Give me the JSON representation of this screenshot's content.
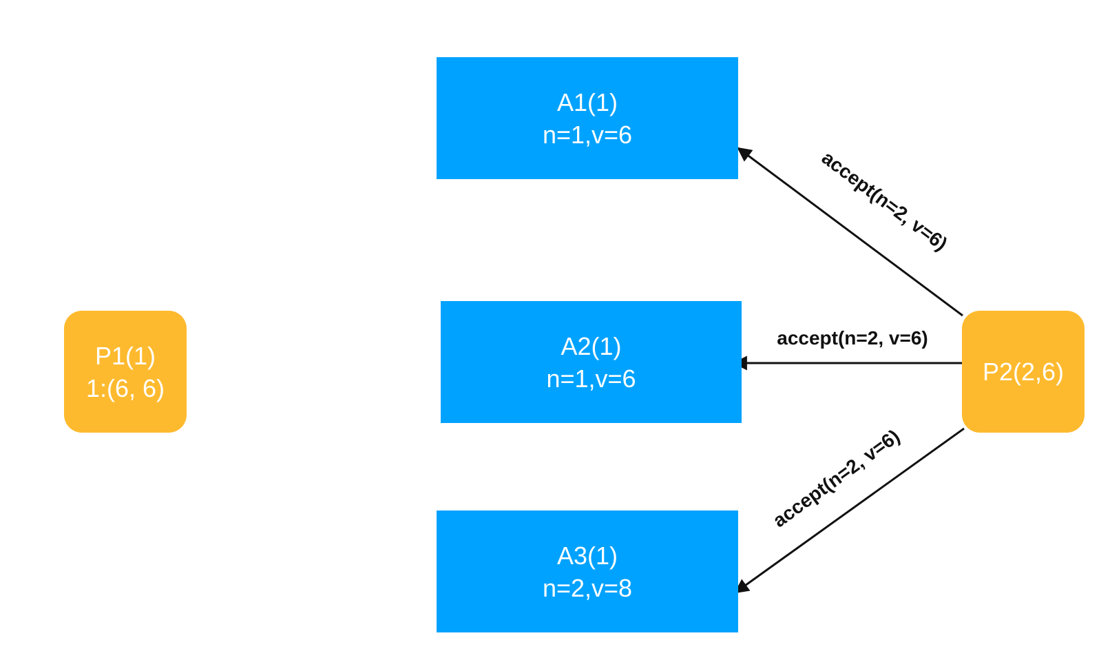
{
  "acceptors": [
    {
      "name": "A1(1)",
      "state": "n=1,v=6"
    },
    {
      "name": "A2(1)",
      "state": "n=1,v=6"
    },
    {
      "name": "A3(1)",
      "state": "n=2,v=8"
    }
  ],
  "proposers": [
    {
      "name": "P1(1)",
      "state": "1:(6, 6)"
    },
    {
      "name": "P2(2,6)"
    }
  ],
  "messages": [
    {
      "from": "P2(2,6)",
      "to": "A1(1)",
      "label": "accept(n=2, v=6)"
    },
    {
      "from": "P2(2,6)",
      "to": "A2(1)",
      "label": "accept(n=2, v=6)"
    },
    {
      "from": "P2(2,6)",
      "to": "A3(1)",
      "label": "accept(n=2, v=6)"
    }
  ],
  "colors": {
    "acceptor": "#00a2ff",
    "proposer": "#feba2e",
    "edge": "#111111"
  }
}
